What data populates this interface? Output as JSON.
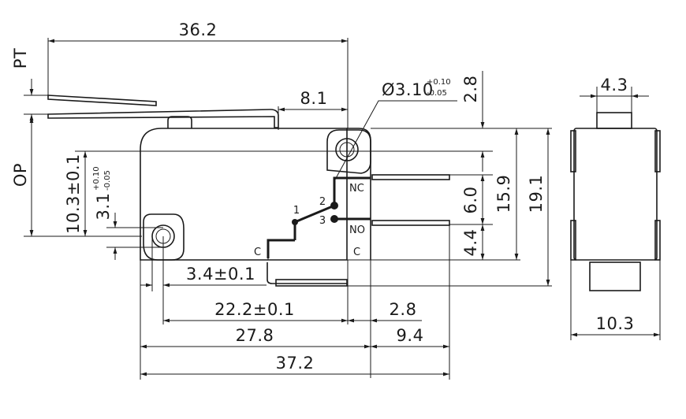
{
  "dimensions": {
    "overall_top": "36.2",
    "lever_offset": "8.1",
    "pt": "PT",
    "op": "OP",
    "hole_dia": "Ø3.10",
    "hole_dia_tol_plus": "+0.10",
    "hole_dia_tol_minus": "-0.05",
    "top_gap": "2.8",
    "left_hole_height": "10.3±0.1",
    "left_hole_offset": "3.1",
    "left_hole_tol_plus": "+0.10",
    "left_hole_tol_minus": "-0.05",
    "nc_no_pitch": "6.0",
    "right_h1": "15.9",
    "right_h2": "19.1",
    "no_c_pitch": "4.4",
    "left_hole_x": "3.4±0.1",
    "hole_spacing": "22.2±0.1",
    "right_offset_a": "2.8",
    "body_width": "27.8",
    "terminal_len": "9.4",
    "total_len": "37.2",
    "side_top": "4.3",
    "side_width": "10.3"
  },
  "terminals": {
    "nc": "NC",
    "no": "NO",
    "c_left": "C",
    "c_right": "C",
    "pin1": "1",
    "pin2": "2",
    "pin3": "3"
  }
}
